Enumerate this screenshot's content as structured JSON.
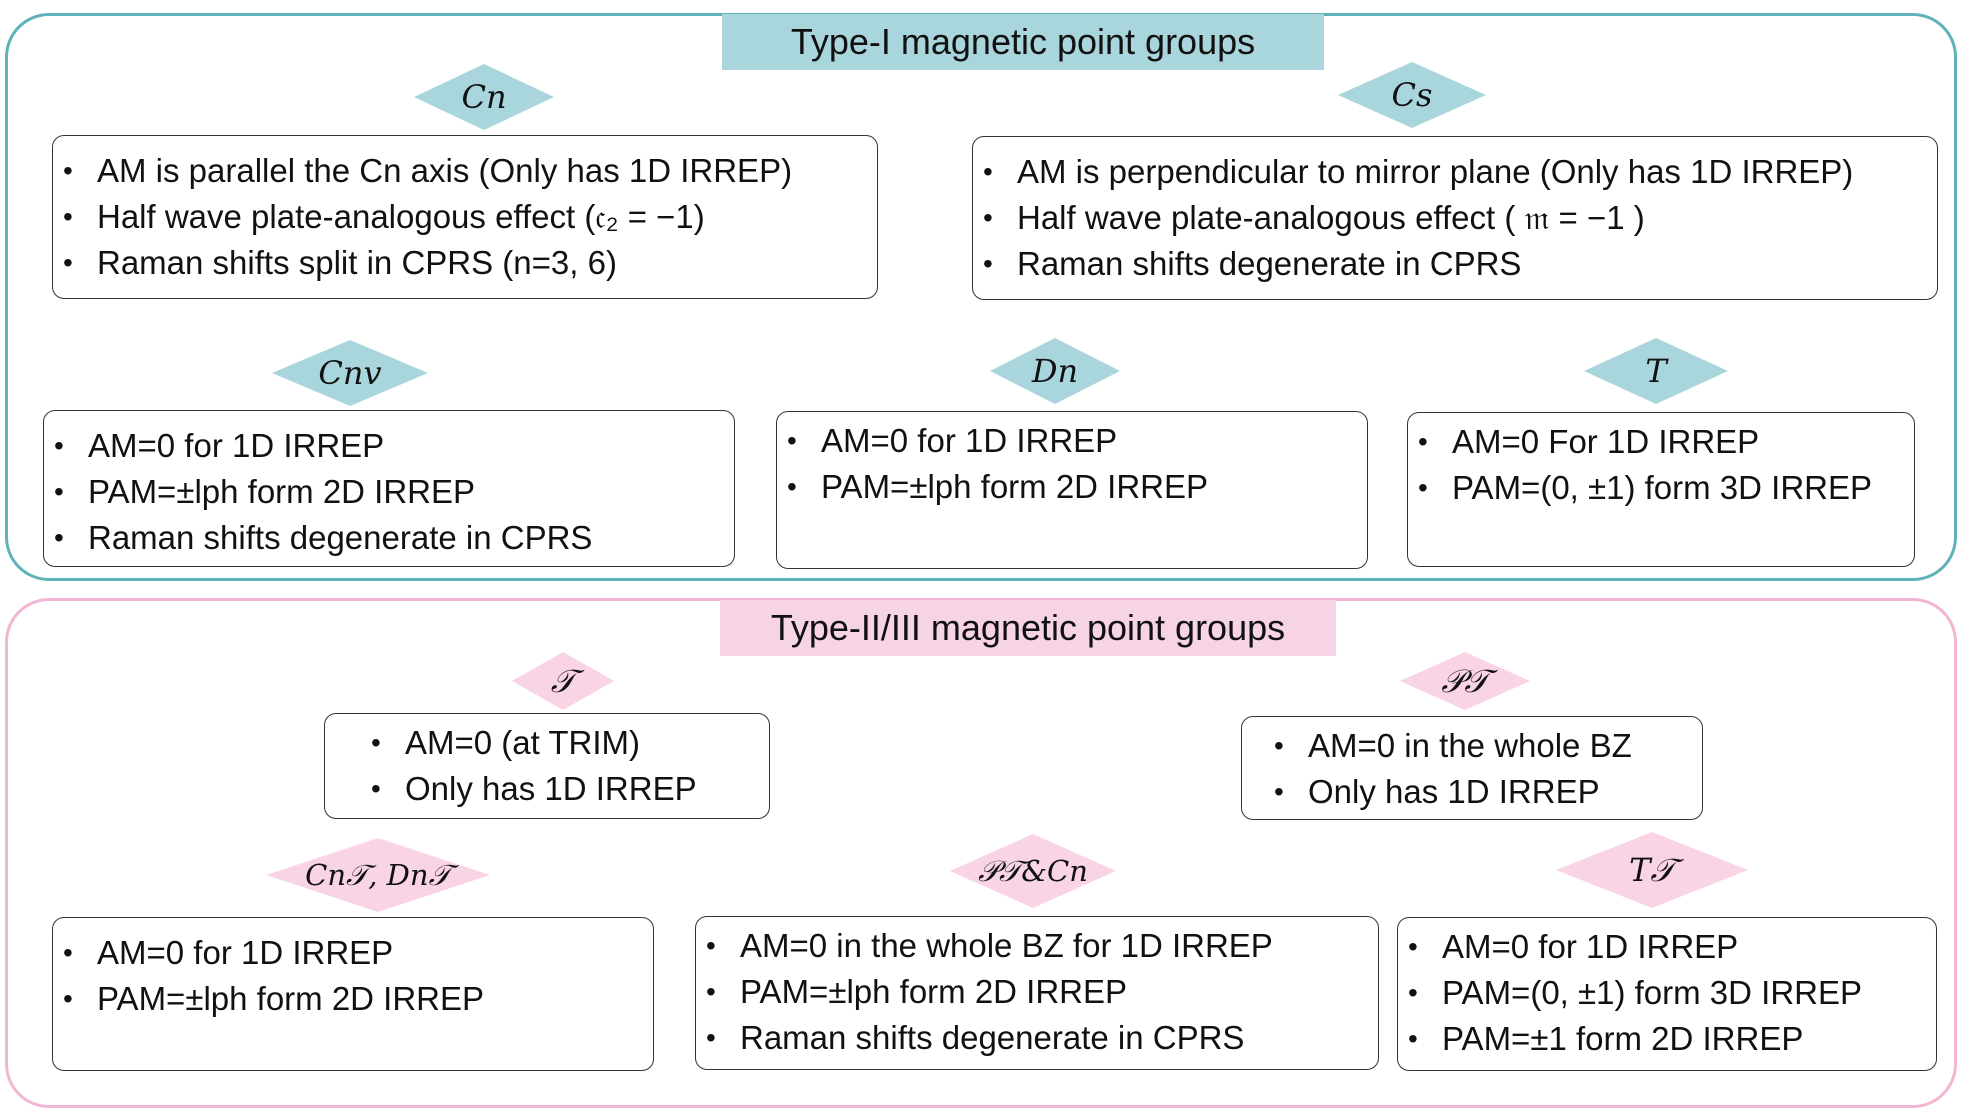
{
  "type1": {
    "title": "Type-I magnetic point groups",
    "groups": [
      {
        "label": "Cn",
        "items": [
          "AM is parallel the Cn axis (Only has 1D IRREP)",
          "Half wave plate-analogous effect (𝔠₂ = −1)",
          "Raman shifts split in CPRS (n=3, 6)"
        ]
      },
      {
        "label": "Cs",
        "items": [
          "AM is perpendicular to mirror plane (Only has 1D IRREP)",
          "Half wave plate-analogous effect ( 𝔪 = −1 )",
          "Raman shifts degenerate in CPRS"
        ]
      },
      {
        "label": "Cnv",
        "items": [
          "AM=0 for 1D IRREP",
          "PAM=±lph form 2D IRREP",
          "Raman shifts degenerate in CPRS"
        ]
      },
      {
        "label": "Dn",
        "items": [
          "AM=0 for 1D IRREP",
          "PAM=±lph form 2D IRREP"
        ]
      },
      {
        "label": "T",
        "items": [
          "AM=0 For 1D IRREP",
          "PAM=(0, ±1) form 3D IRREP"
        ]
      }
    ]
  },
  "type2": {
    "title": "Type-II/III magnetic point groups",
    "groups": [
      {
        "label": "𝒯",
        "items": [
          "AM=0 (at TRIM)",
          "Only has 1D IRREP"
        ]
      },
      {
        "label": "𝒫𝒯",
        "items": [
          "AM=0 in the whole BZ",
          "Only has 1D IRREP"
        ]
      },
      {
        "label": "Cn𝒯, Dn𝒯",
        "items": [
          "AM=0 for 1D IRREP",
          "PAM=±lph form 2D IRREP"
        ]
      },
      {
        "label": "𝒫𝒯&Cn",
        "items": [
          "AM=0 in the whole BZ for 1D IRREP",
          "PAM=±lph form 2D IRREP",
          "Raman shifts degenerate in CPRS"
        ]
      },
      {
        "label": "T𝒯",
        "items": [
          "AM=0 for 1D IRREP",
          "PAM=(0, ±1) form 3D IRREP",
          "PAM=±1 form 2D IRREP"
        ]
      }
    ]
  },
  "colors": {
    "type1_border": "#5fb3b8",
    "type1_fill": "#a9d6dc",
    "type2_border": "#f2b5d4",
    "type2_fill": "#f7d3e6"
  }
}
